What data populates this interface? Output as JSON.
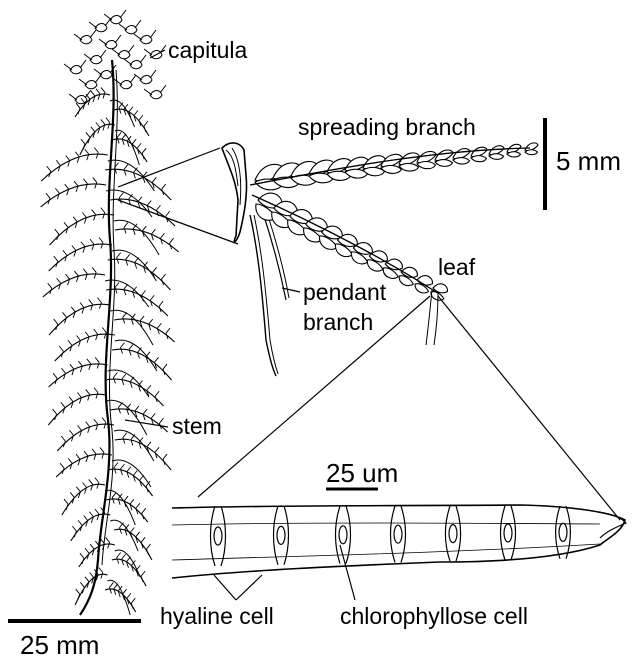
{
  "labels": {
    "capitula": "capitula",
    "spreading_branch": "spreading branch",
    "scale_5mm": "5 mm",
    "leaf": "leaf",
    "pendant_branch_line1": "pendant",
    "pendant_branch_line2": "branch",
    "stem": "stem",
    "scale_25um": "25 um",
    "hyaline_cell": "hyaline cell",
    "chlorophyllose_cell": "chlorophyllose cell",
    "scale_25mm": "25 mm"
  },
  "colors": {
    "ink": "#000000",
    "background": "#ffffff"
  }
}
